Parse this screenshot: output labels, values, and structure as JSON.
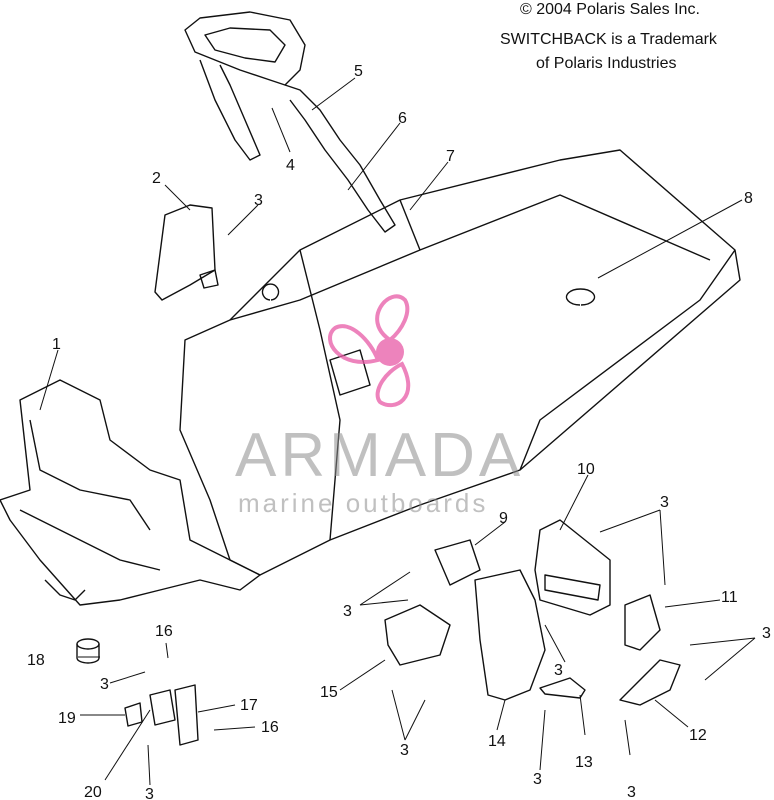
{
  "header": {
    "copyright": "© 2004 Polaris Sales Inc.",
    "trademark_line1": "SWITCHBACK is a Trademark",
    "trademark_line2": "of Polaris Industries"
  },
  "watermark": {
    "title": "ARMADA",
    "subtitle": "marine outboards",
    "logo_color": "#e85aa6"
  },
  "callouts": [
    {
      "id": "c1",
      "label": "1"
    },
    {
      "id": "c2",
      "label": "2"
    },
    {
      "id": "c3a",
      "label": "3"
    },
    {
      "id": "c4",
      "label": "4"
    },
    {
      "id": "c5",
      "label": "5"
    },
    {
      "id": "c6",
      "label": "6"
    },
    {
      "id": "c7",
      "label": "7"
    },
    {
      "id": "c8",
      "label": "8"
    },
    {
      "id": "c9",
      "label": "9"
    },
    {
      "id": "c10",
      "label": "10"
    },
    {
      "id": "c3b",
      "label": "3"
    },
    {
      "id": "c11",
      "label": "11"
    },
    {
      "id": "c3c",
      "label": "3"
    },
    {
      "id": "c12",
      "label": "12"
    },
    {
      "id": "c3d",
      "label": "3"
    },
    {
      "id": "c13",
      "label": "13"
    },
    {
      "id": "c3e",
      "label": "3"
    },
    {
      "id": "c14",
      "label": "14"
    },
    {
      "id": "c3f",
      "label": "3"
    },
    {
      "id": "c3g",
      "label": "3"
    },
    {
      "id": "c3h",
      "label": "3"
    },
    {
      "id": "c15",
      "label": "15"
    },
    {
      "id": "c18",
      "label": "18"
    },
    {
      "id": "c16a",
      "label": "16"
    },
    {
      "id": "c3i",
      "label": "3"
    },
    {
      "id": "c19",
      "label": "19"
    },
    {
      "id": "c17",
      "label": "17"
    },
    {
      "id": "c16b",
      "label": "16"
    },
    {
      "id": "c20",
      "label": "20"
    },
    {
      "id": "c3j",
      "label": "3"
    }
  ]
}
